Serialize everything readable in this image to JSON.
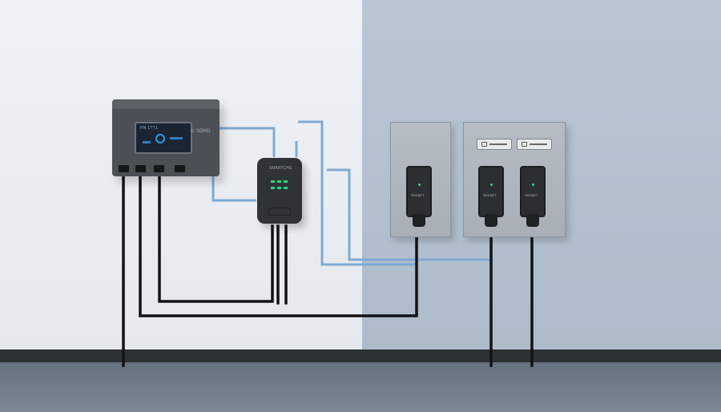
{
  "scene": {
    "description_free": true,
    "colors": {
      "wall_light": "#eef1f5",
      "wall_blue": "#b9c6d4",
      "baseboard": "#2c3136",
      "floor": "#6f7b88",
      "cable_black": "#111315",
      "cable_blue": "#7fa9d4",
      "device_dark": "#2f3338",
      "status_led": "#27d67e"
    }
  },
  "hub": {
    "icon": "control-hub-icon",
    "screen_text": "PN 1TT1",
    "side_label": "⊙ SOHO"
  },
  "adapter": {
    "icon": "power-adapter-icon",
    "label": "SMARTCHG"
  },
  "outlet_plates": {
    "icon": "wall-plate-icon",
    "chargers": [
      {
        "label": "SOCKET"
      },
      {
        "label": "SOCKET"
      },
      {
        "label": "SOCKET"
      }
    ]
  }
}
